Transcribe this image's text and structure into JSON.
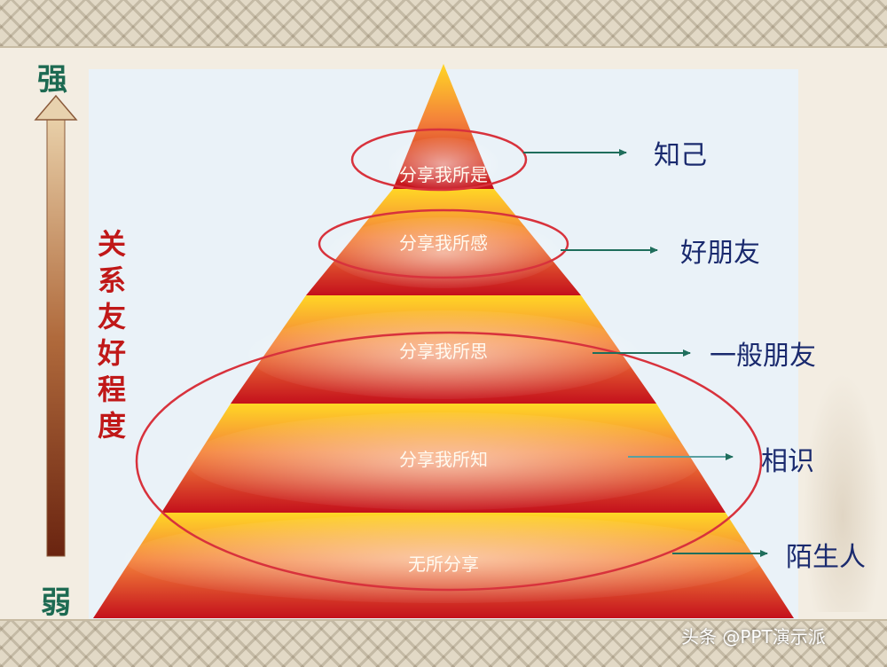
{
  "axis": {
    "top_label": "强",
    "bottom_label": "弱"
  },
  "vertical_title": [
    "关",
    "系",
    "友",
    "好",
    "程",
    "度"
  ],
  "layers": [
    {
      "text": "分享我所是",
      "label": "知己"
    },
    {
      "text": "分享我所感",
      "label": "好朋友"
    },
    {
      "text": "分享我所思",
      "label": "一般朋友"
    },
    {
      "text": "分享我所知",
      "label": "相识"
    },
    {
      "text": "无所分享",
      "label": "陌生人"
    }
  ],
  "watermark": "头条 @PPT演示派",
  "colors": {
    "panel": "#eaf2f8",
    "layer_yellow": "#ffd21e",
    "layer_red": "#c8101e",
    "highlight_ellipse": "#d8323c",
    "arrow": "#1f6e5c",
    "label_text": "#1a2a6e",
    "vertical_text": "#c01818",
    "axis_text": "#1d6a52"
  }
}
